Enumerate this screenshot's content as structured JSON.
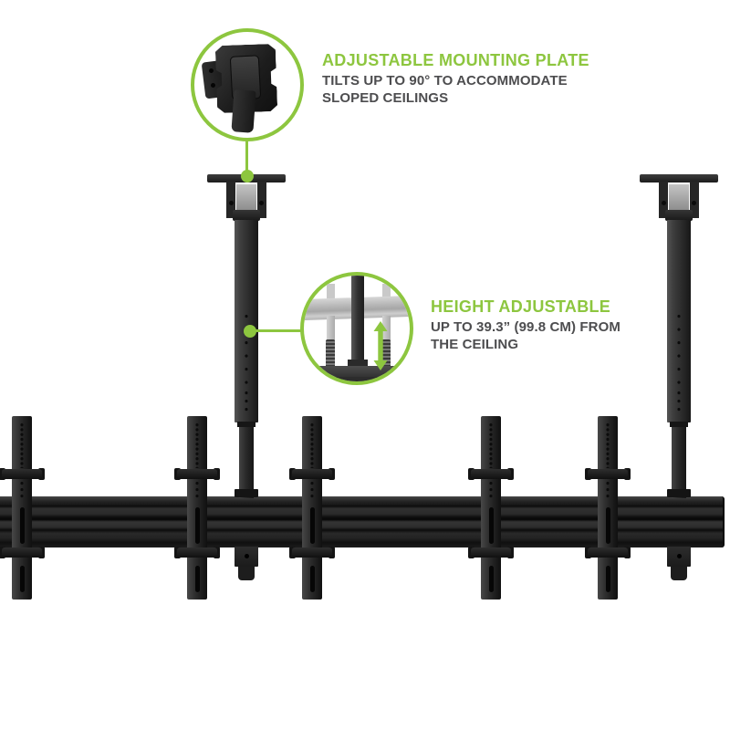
{
  "meta": {
    "description": "Product feature image of a black ceiling-mounted multi-screen menu board TV mount with two green callout annotations"
  },
  "colors": {
    "accent_green": "#8dc63f",
    "text_gray": "#4d4d4f",
    "product_dark": "#1f1f1f",
    "background": "#ffffff"
  },
  "callouts": [
    {
      "id": "adjustable-mounting-plate",
      "title": "ADJUSTABLE MOUNTING PLATE",
      "line1": "TILTS UP TO 90° TO ACCOMMODATE",
      "line2": "SLOPED CEILINGS",
      "icon": "mounting-plate-photo-icon"
    },
    {
      "id": "height-adjustable",
      "title": "HEIGHT ADJUSTABLE",
      "line1": "UP TO 39.3” (99.8 CM) FROM",
      "line2": "THE CEILING",
      "icon": "height-adjust-diagram-icon"
    }
  ],
  "product": {
    "kind": "ceiling menu board mount",
    "display_bracket_count": 5,
    "ceiling_pole_count": 2
  }
}
